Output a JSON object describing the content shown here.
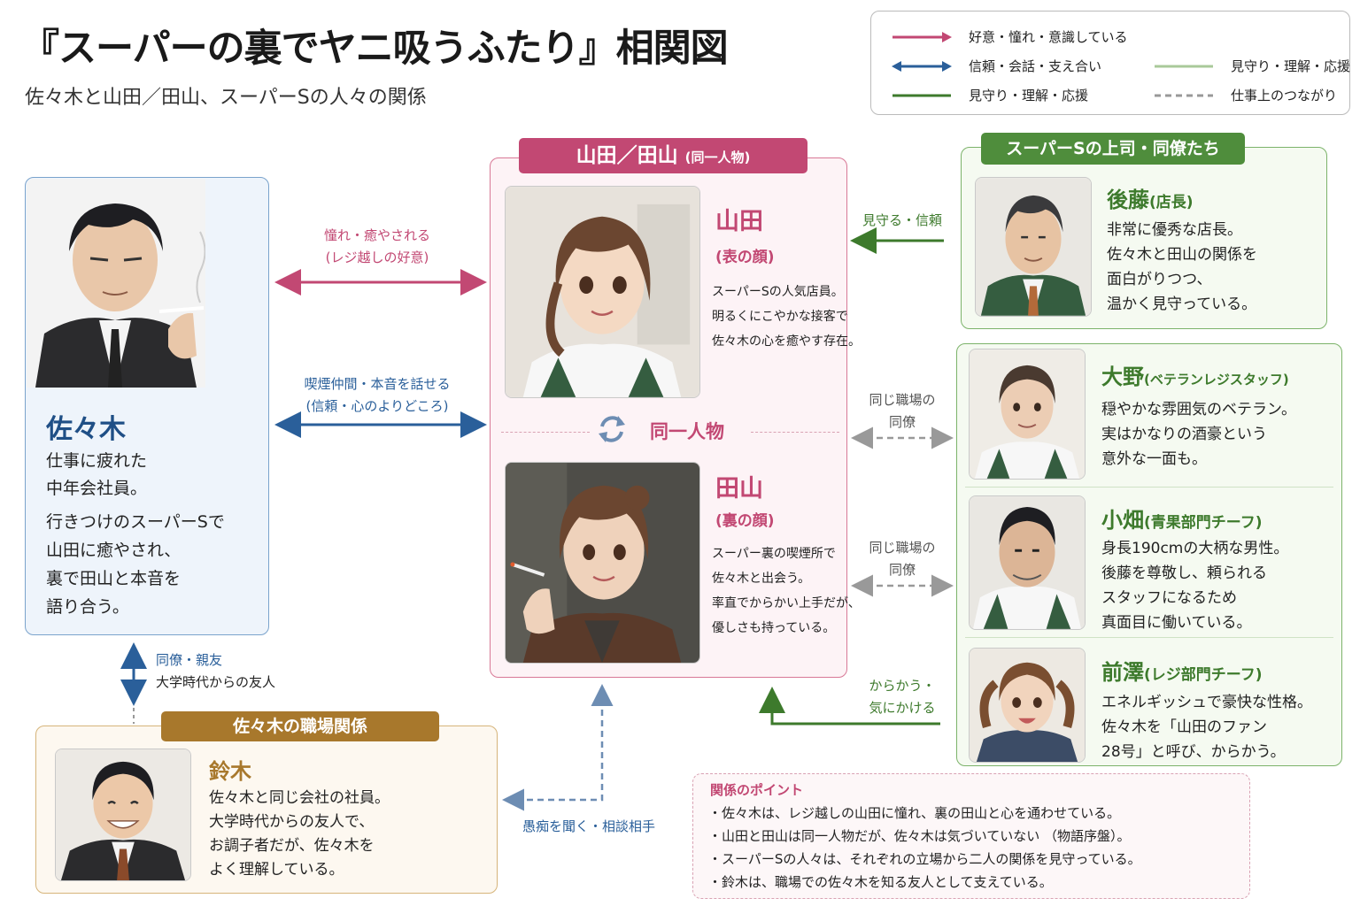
{
  "title": "『スーパーの裏でヤニ吸うふたり』相関図",
  "subtitle": "佐々木と山田／田山、スーパーSの人々の関係",
  "legend": [
    {
      "label": "好意・憧れ・意識している",
      "color": "#c24873",
      "style": "arrow"
    },
    {
      "label": "信頼・会話・支え合い",
      "color": "#2a5f9a",
      "style": "double-arrow"
    },
    {
      "label": "見守り・理解・応援",
      "color": "#3d7a2c",
      "style": "solid"
    },
    {
      "label": "見守り・理解・応援",
      "color": "#a9c99a",
      "style": "solid-light"
    },
    {
      "label": "仕事上のつながり",
      "color": "#999999",
      "style": "dashed"
    }
  ],
  "sasaki": {
    "name": "佐々木",
    "desc1": "仕事に疲れた\n中年会社員。",
    "desc2": "行きつけのスーパーSで\n山田に癒やされ、\n裏で田山と本音を\n語り合う。"
  },
  "center": {
    "tag": "山田／田山",
    "tag_note": "(同一人物)",
    "same_person": "同一人物",
    "yamada": {
      "name": "山田",
      "face": "(表の顔)",
      "desc": "スーパーSの人気店員。\n明るくにこやかな接客で\n佐々木の心を癒やす存在。"
    },
    "tayama": {
      "name": "田山",
      "face": "(裏の顔)",
      "desc": "スーパー裏の喫煙所で\n佐々木と出会う。\n率直でからかい上手だが、\n優しさも持っている。"
    }
  },
  "boss_group": {
    "tag": "スーパーSの上司・同僚たち",
    "goto": {
      "name": "後藤",
      "role": "(店長)",
      "desc": "非常に優秀な店長。\n佐々木と田山の関係を\n面白がりつつ、\n温かく見守っている。"
    }
  },
  "staff": {
    "ono": {
      "name": "大野",
      "role": "(ベテランレジスタッフ)",
      "desc": "穏やかな雰囲気のベテラン。\n実はかなりの酒豪という\n意外な一面も。"
    },
    "obata": {
      "name": "小畑",
      "role": "(青果部門チーフ)",
      "desc": "身長190cmの大柄な男性。\n後藤を尊敬し、頼られる\nスタッフになるため\n真面目に働いている。"
    },
    "maezawa": {
      "name": "前澤",
      "role": "(レジ部門チーフ)",
      "desc": "エネルギッシュで豪快な性格。\n佐々木を「山田のファン\n28号」と呼び、からかう。"
    }
  },
  "work": {
    "tag": "佐々木の職場関係",
    "suzuki": {
      "name": "鈴木",
      "desc": "佐々木と同じ会社の社員。\n大学時代からの友人で、\nお調子者だが、佐々木を\nよく理解している。"
    }
  },
  "relations": {
    "admire_1": "憧れ・癒やされる",
    "admire_2": "(レジ越しの好意)",
    "smoke_1": "喫煙仲間・本音を話せる",
    "smoke_2": "(信頼・心のよりどころ)",
    "watch_1": "見守る・信頼",
    "colleague_1": "同じ職場の",
    "colleague_2": "同僚",
    "colleague_3": "同じ職場の",
    "colleague_4": "同僚",
    "tease_1": "からかう・",
    "tease_2": "気にかける",
    "friend_1": "同僚・親友",
    "friend_2": "大学時代からの友人",
    "consult": "愚痴を聞く・相談相手"
  },
  "points": {
    "title": "関係のポイント",
    "items": [
      "・佐々木は、レジ越しの山田に憧れ、裏の田山と心を通わせている。",
      "・山田と田山は同一人物だが、佐々木は気づいていない （物語序盤）。",
      "・スーパーSの人々は、それぞれの立場から二人の関係を見守っている。",
      "・鈴木は、職場での佐々木を知る友人として支えている。"
    ]
  },
  "colors": {
    "pink": "#c24873",
    "blue": "#2a5f9a",
    "green": "#3d7a2c",
    "gold": "#a8782c"
  }
}
